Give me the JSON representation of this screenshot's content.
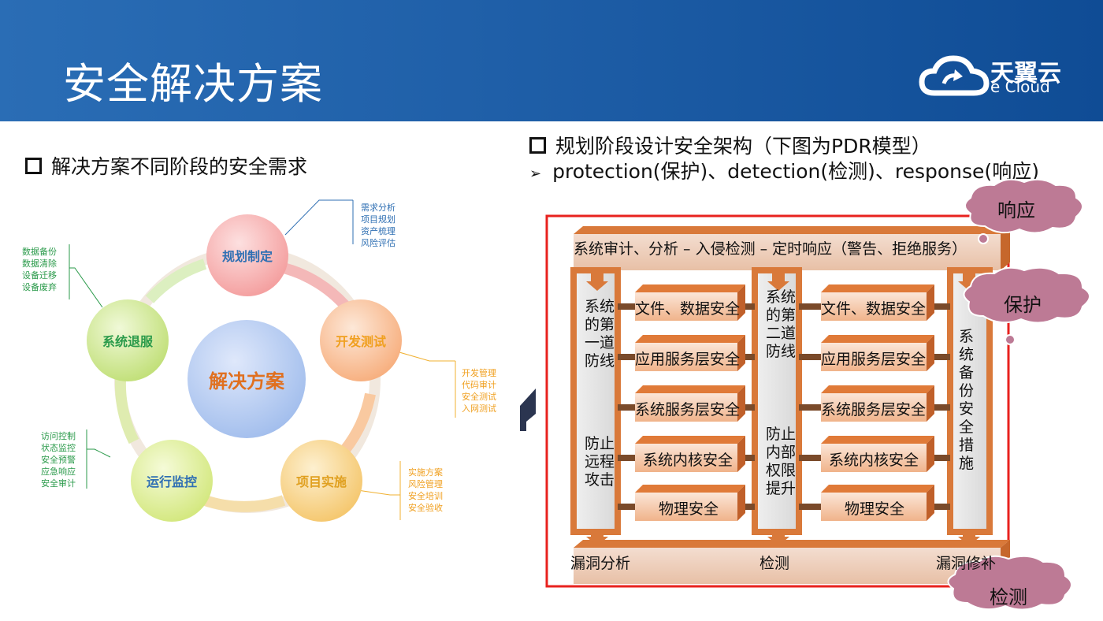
{
  "header": {
    "title": "安全解决方案",
    "logo": {
      "cn": "天翼云",
      "en": "e Cloud"
    }
  },
  "left_section": {
    "heading": "解决方案不同阶段的安全需求",
    "center": "解决方案",
    "stages": [
      {
        "label": "规划制定",
        "notes": "需求分析\n项目规划\n资产梳理\n风险评估",
        "color": "#f28a8a"
      },
      {
        "label": "开发测试",
        "notes": "开发管理\n代码审计\n安全测试\n入网测试",
        "color": "#f7a36e"
      },
      {
        "label": "项目实施",
        "notes": "实施方案\n风险管理\n安全培训\n安全验收",
        "color": "#f5c25a"
      },
      {
        "label": "运行监控",
        "notes": "访问控制\n状态监控\n安全预警\n应急响应\n安全审计",
        "color": "#c9df63"
      },
      {
        "label": "系统退服",
        "notes": "数据备份\n数据清除\n设备迁移\n设备废弃",
        "color": "#b5db6e"
      }
    ]
  },
  "right_section": {
    "heading": "规划阶段设计安全架构（下图为PDR模型）",
    "subheading": "protection(保护)、detection(检测)、response(响应)",
    "pdr": {
      "top_bar": "系统审计、分析 – 入侵检测 – 定时响应（警告、拒绝服务）",
      "col1": {
        "top": "系统的第一道防线",
        "bottom": "防止远程攻击"
      },
      "col2": {
        "top": "系统的第二道防线",
        "bottom": "防止内部权限提升"
      },
      "col3": "系统备份安全措施",
      "layers": [
        "文件、数据安全",
        "应用服务层安全",
        "系统服务层安全",
        "系统内核安全",
        "物理安全"
      ],
      "bottom_bar": {
        "left": "漏洞分析",
        "mid": "检测",
        "right": "漏洞修补"
      }
    },
    "clouds": {
      "response": "响应",
      "protection": "保护",
      "detection": "检测"
    }
  }
}
